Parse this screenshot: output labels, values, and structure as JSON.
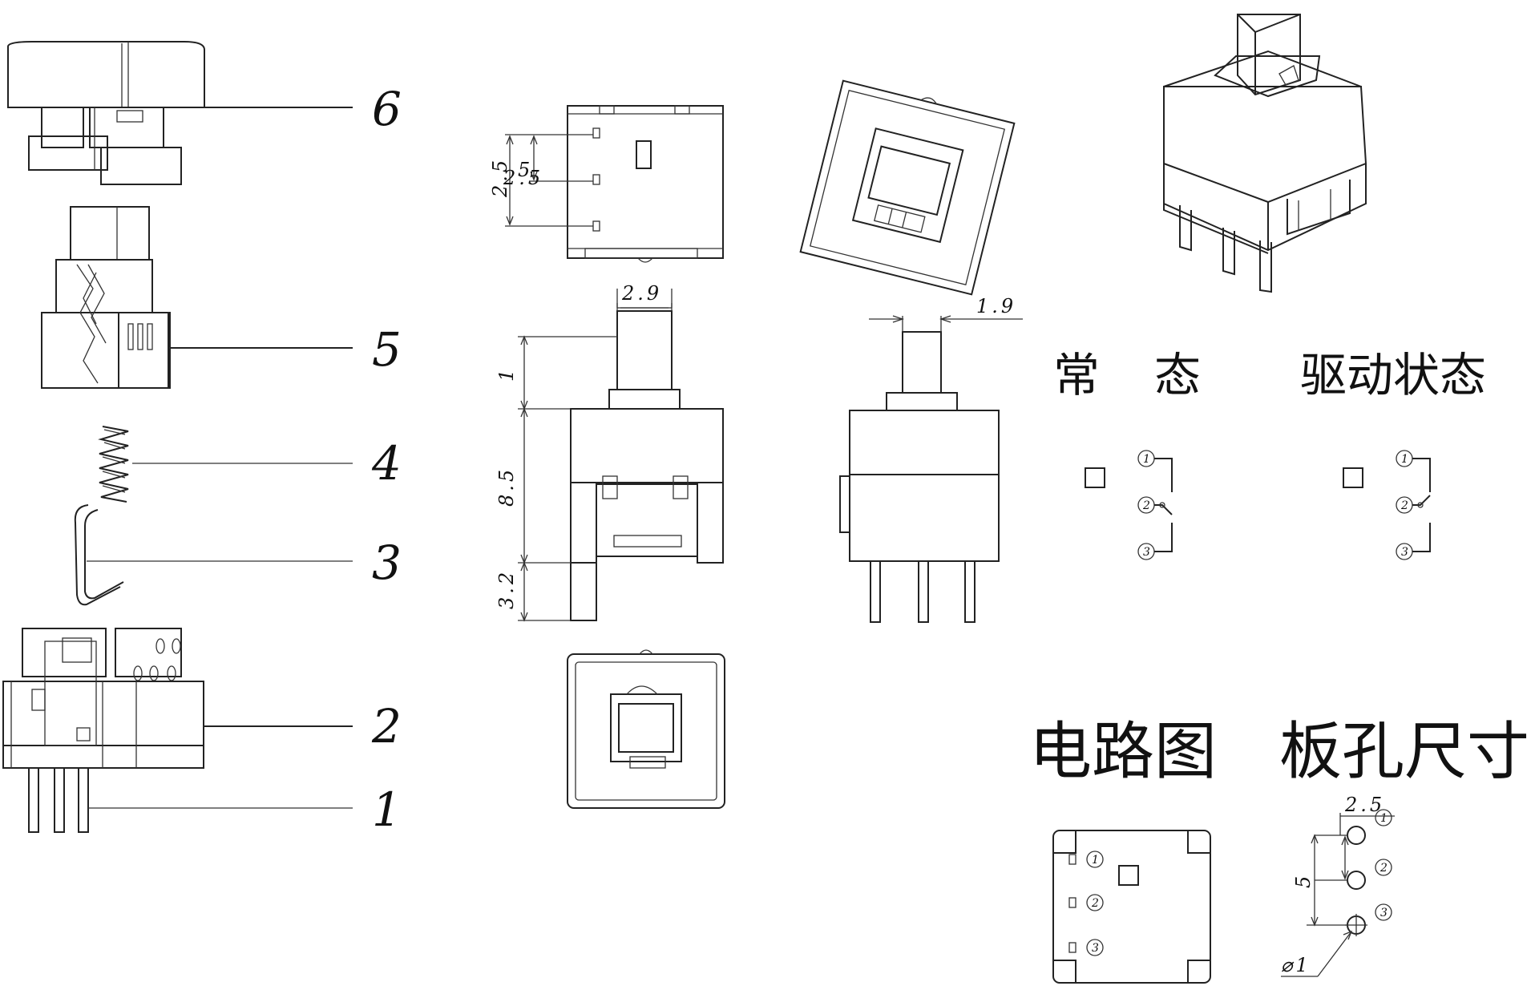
{
  "parts": [
    {
      "number": "6"
    },
    {
      "number": "5"
    },
    {
      "number": "4"
    },
    {
      "number": "3"
    },
    {
      "number": "2"
    },
    {
      "number": "1"
    }
  ],
  "dimensions": {
    "top_pitch_a": "2.5",
    "top_pitch_b": "5",
    "top_pitch_c": "2.5",
    "stem_width": "2.9",
    "stem_height": "1",
    "body_height": "8.5",
    "pin_length": "3.2",
    "stem_depth": "1.9"
  },
  "labels": {
    "normal_state": "常",
    "normal_state_2": "态",
    "actuated_state": "驱动状态",
    "circuit_diagram": "电路图",
    "panel_hole_size": "板孔尺寸"
  },
  "pins": [
    "1",
    "2",
    "3"
  ],
  "hole_dims": {
    "pitch": "2.5",
    "span": "5",
    "diameter": "⌀1"
  }
}
